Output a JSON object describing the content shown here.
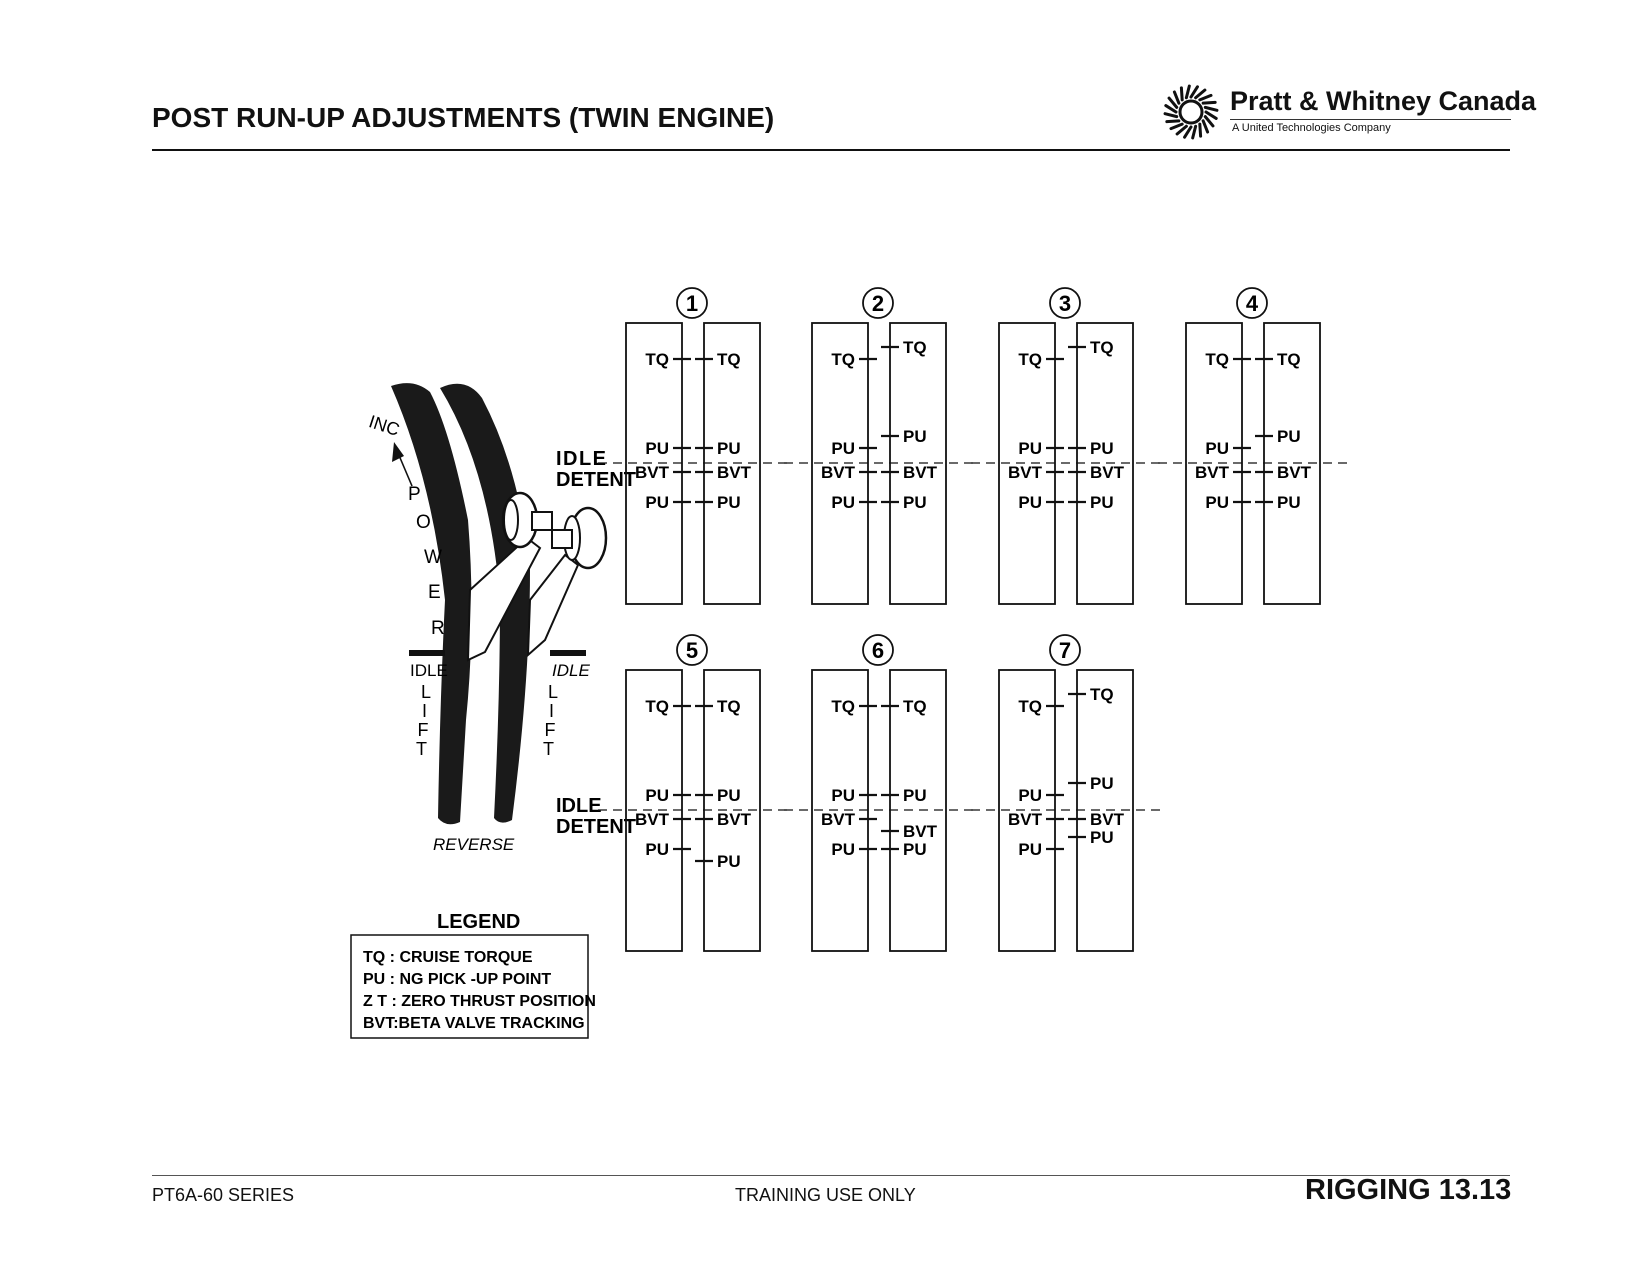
{
  "header": {
    "title": "POST RUN-UP ADJUSTMENTS (TWIN ENGINE)",
    "logo_name": "Pratt & Whitney Canada",
    "logo_subtitle": "A United Technologies Company"
  },
  "footer": {
    "left": "PT6A-60 SERIES",
    "center": "TRAINING USE ONLY",
    "right": "RIGGING 13.13"
  },
  "quadrant": {
    "inc_label": "INC",
    "power_letters": [
      "P",
      "O",
      "W",
      "E",
      "R"
    ],
    "idle_left": "IDLE",
    "idle_right": "IDLE",
    "lift_letters": [
      "L",
      "I",
      "F",
      "T"
    ],
    "reverse_label": "REVERSE"
  },
  "idle_detent": [
    "IDLE",
    "DETENT"
  ],
  "legend": {
    "title": "LEGEND",
    "items": [
      "TQ : CRUISE TORQUE",
      "PU : NG PICK -UP POINT",
      "Z T : ZERO THRUST POSITION",
      "BVT:BETA VALVE TRACKING"
    ]
  },
  "panels": [
    {
      "number": "1",
      "left": [
        {
          "label": "TQ",
          "level": 0
        },
        {
          "label": "PU",
          "level": 0
        },
        {
          "label": "BVT",
          "level": 0
        },
        {
          "label": "PU",
          "level": 0
        }
      ],
      "right": [
        {
          "label": "TQ",
          "level": 0
        },
        {
          "label": "PU",
          "level": 0
        },
        {
          "label": "BVT",
          "level": 0
        },
        {
          "label": "PU",
          "level": 0
        }
      ]
    },
    {
      "number": "2",
      "left": [
        {
          "label": "TQ",
          "level": 0
        },
        {
          "label": "PU",
          "level": 0
        },
        {
          "label": "BVT",
          "level": 0
        },
        {
          "label": "PU",
          "level": 0
        }
      ],
      "right": [
        {
          "label": "TQ",
          "level": 1
        },
        {
          "label": "PU",
          "level": 1
        },
        {
          "label": "BVT",
          "level": 0
        },
        {
          "label": "PU",
          "level": 0
        }
      ]
    },
    {
      "number": "3",
      "left": [
        {
          "label": "TQ",
          "level": 0
        },
        {
          "label": "PU",
          "level": 0
        },
        {
          "label": "BVT",
          "level": 0
        },
        {
          "label": "PU",
          "level": 0
        }
      ],
      "right": [
        {
          "label": "TQ",
          "level": 1
        },
        {
          "label": "PU",
          "level": 0
        },
        {
          "label": "BVT",
          "level": 0
        },
        {
          "label": "PU",
          "level": 0
        }
      ]
    },
    {
      "number": "4",
      "left": [
        {
          "label": "TQ",
          "level": 0
        },
        {
          "label": "PU",
          "level": 0
        },
        {
          "label": "BVT",
          "level": 0
        },
        {
          "label": "PU",
          "level": 0
        }
      ],
      "right": [
        {
          "label": "TQ",
          "level": 0
        },
        {
          "label": "PU",
          "level": 1
        },
        {
          "label": "BVT",
          "level": 0
        },
        {
          "label": "PU",
          "level": 0
        }
      ]
    },
    {
      "number": "5",
      "left": [
        {
          "label": "TQ",
          "level": 0
        },
        {
          "label": "PU",
          "level": 0
        },
        {
          "label": "BVT",
          "level": 0
        },
        {
          "label": "PU",
          "level": 0
        }
      ],
      "right": [
        {
          "label": "TQ",
          "level": 0
        },
        {
          "label": "PU",
          "level": 0
        },
        {
          "label": "BVT",
          "level": 0
        },
        {
          "label": "PU",
          "level": -1
        }
      ]
    },
    {
      "number": "6",
      "left": [
        {
          "label": "TQ",
          "level": 0
        },
        {
          "label": "PU",
          "level": 0
        },
        {
          "label": "BVT",
          "level": 0
        },
        {
          "label": "PU",
          "level": 0
        }
      ],
      "right": [
        {
          "label": "TQ",
          "level": 0
        },
        {
          "label": "PU",
          "level": 0
        },
        {
          "label": "BVT",
          "level": -1
        },
        {
          "label": "PU",
          "level": 0
        }
      ]
    },
    {
      "number": "7",
      "left": [
        {
          "label": "TQ",
          "level": 0
        },
        {
          "label": "PU",
          "level": 0
        },
        {
          "label": "BVT",
          "level": 0
        },
        {
          "label": "PU",
          "level": 0
        }
      ],
      "right": [
        {
          "label": "TQ",
          "level": 1
        },
        {
          "label": "PU",
          "level": 1
        },
        {
          "label": "BVT",
          "level": 0
        },
        {
          "label": "PU",
          "level": 1
        }
      ]
    }
  ]
}
